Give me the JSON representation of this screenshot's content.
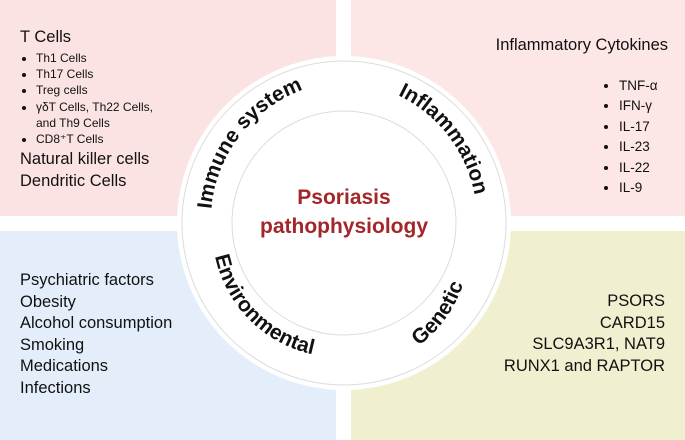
{
  "center": {
    "line1": "Psoriasis",
    "line2": "pathophysiology"
  },
  "colors": {
    "immune_bg": "#fbe3e3",
    "inflammation_bg": "#fce6e6",
    "environmental_bg": "#e3eefa",
    "genetic_bg": "#f0f0d0",
    "title_color": "#a3262a"
  },
  "immune": {
    "label": "Immune system",
    "heading": "T Cells",
    "t_cells": [
      "Th1 Cells",
      "Th17 Cells",
      "Treg cells",
      "γδT Cells, Th22 Cells,",
      "and Th9 Cells",
      "CD8⁺T Cells"
    ],
    "others": [
      "Natural killer cells",
      "Dendritic Cells"
    ]
  },
  "inflammation": {
    "label": "Inflammation",
    "heading": "Inflammatory Cytokines",
    "items": [
      "TNF-α",
      "IFN-γ",
      "IL-17",
      "IL-23",
      "IL-22",
      "IL-9"
    ]
  },
  "environmental": {
    "label": "Environmental",
    "items": [
      "Psychiatric factors",
      "Obesity",
      "Alcohol consumption",
      "Smoking",
      "Medications",
      "Infections"
    ]
  },
  "genetic": {
    "label": "Genetic",
    "items": [
      "PSORS",
      "CARD15",
      "SLC9A3R1, NAT9",
      "RUNX1 and RAPTOR"
    ]
  }
}
